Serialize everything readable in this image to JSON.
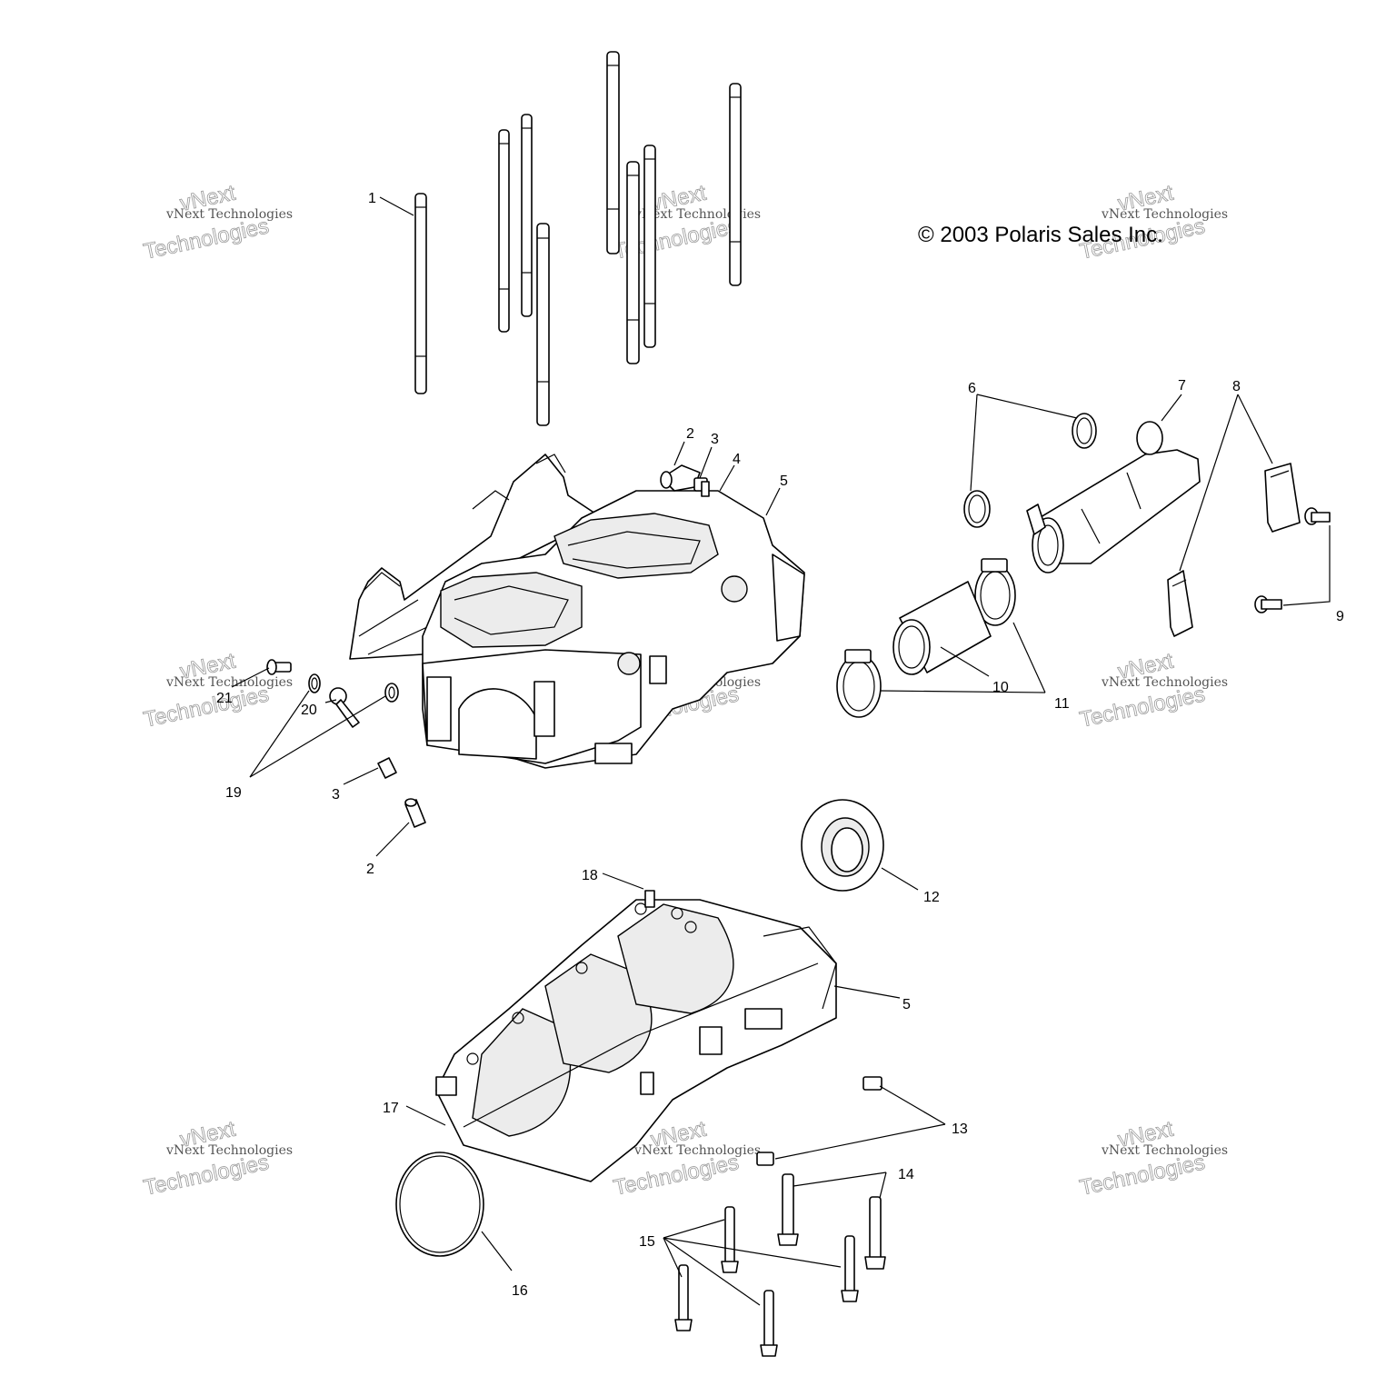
{
  "copyright": "© 2003 Polaris Sales Inc.",
  "watermark": {
    "line1": "vNext Technologies",
    "line2": "vNext",
    "line3": "Technologies"
  },
  "callouts": {
    "c1": "1",
    "c2a": "2",
    "c3a": "3",
    "c4": "4",
    "c5a": "5",
    "c6": "6",
    "c7": "7",
    "c8": "8",
    "c9": "9",
    "c10": "10",
    "c11": "11",
    "c12": "12",
    "c13": "13",
    "c14": "14",
    "c15": "15",
    "c16": "16",
    "c17": "17",
    "c18": "18",
    "c5b": "5",
    "c19": "19",
    "c20": "20",
    "c21": "21",
    "c3b": "3",
    "c2b": "2"
  }
}
